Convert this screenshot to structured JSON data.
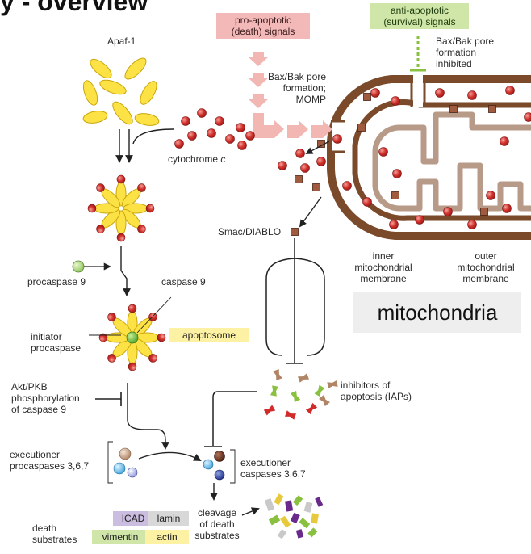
{
  "title": "y - overview",
  "colors": {
    "mito_outer": "#7a4a2a",
    "mito_inner": "#b89a88",
    "pro_apoptotic_box": "#f3b9b9",
    "arrow_pink": "#f2b6b3",
    "anti_apoptotic_box": "#cfe6a8",
    "anti_apoptotic_line": "#8ac040",
    "apoptosome_box": "#fdf2a4",
    "apaf": "#fde246",
    "cyto_c": "#d2312d",
    "smac": "#a05a3e"
  },
  "labels": {
    "pro_apoptotic": "pro-apoptotic\n(death) signals",
    "anti_apoptotic": "anti-apoptotic\n(survival) signals",
    "bax_bak_inhibited": "Bax/Bak pore\nformation\ninhibited",
    "bax_bak_momp": "Bax/Bak pore\nformation;\nMOMP",
    "apaf1": "Apaf-1",
    "cytochrome_c": "cytochrome ",
    "cytochrome_c_italic": "c",
    "smac": "Smac/DIABLO",
    "inner_membrane": "inner\nmitochondrial\nmembrane",
    "outer_membrane": "outer\nmitochondrial\nmembrane",
    "mitochondria": "mitochondria",
    "procaspase9": "procaspase 9",
    "caspase9": "caspase 9",
    "initiator": "initiator\nprocaspase",
    "apoptosome": "apoptosome",
    "akt": "Akt/PKB\nphosphorylation\nof caspase 9",
    "iaps": "inhibitors of\napoptosis (IAPs)",
    "exec_pro": "executioner\nprocaspases 3,6,7",
    "exec_casp": "executioner\ncaspases 3,6,7",
    "death_substrates": "death\nsubstrates",
    "cleavage": "cleavage\nof death\nsubstrates",
    "icad": "ICAD",
    "lamin": "lamin",
    "vimentin": "vimentin",
    "actin": "actin"
  }
}
